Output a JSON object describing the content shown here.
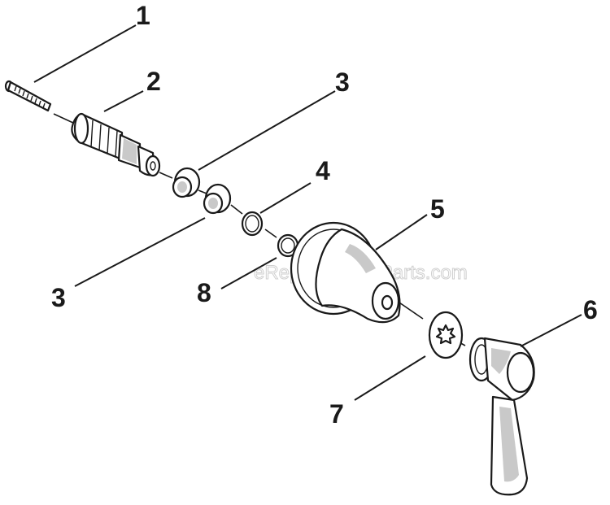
{
  "watermark": "eReplacementParts.com",
  "callouts": [
    {
      "id": "1",
      "label": "1"
    },
    {
      "id": "2",
      "label": "2"
    },
    {
      "id": "3a",
      "label": "3"
    },
    {
      "id": "3b",
      "label": "3"
    },
    {
      "id": "4",
      "label": "4"
    },
    {
      "id": "5",
      "label": "5"
    },
    {
      "id": "6",
      "label": "6"
    },
    {
      "id": "7",
      "label": "7"
    },
    {
      "id": "8",
      "label": "8"
    }
  ]
}
